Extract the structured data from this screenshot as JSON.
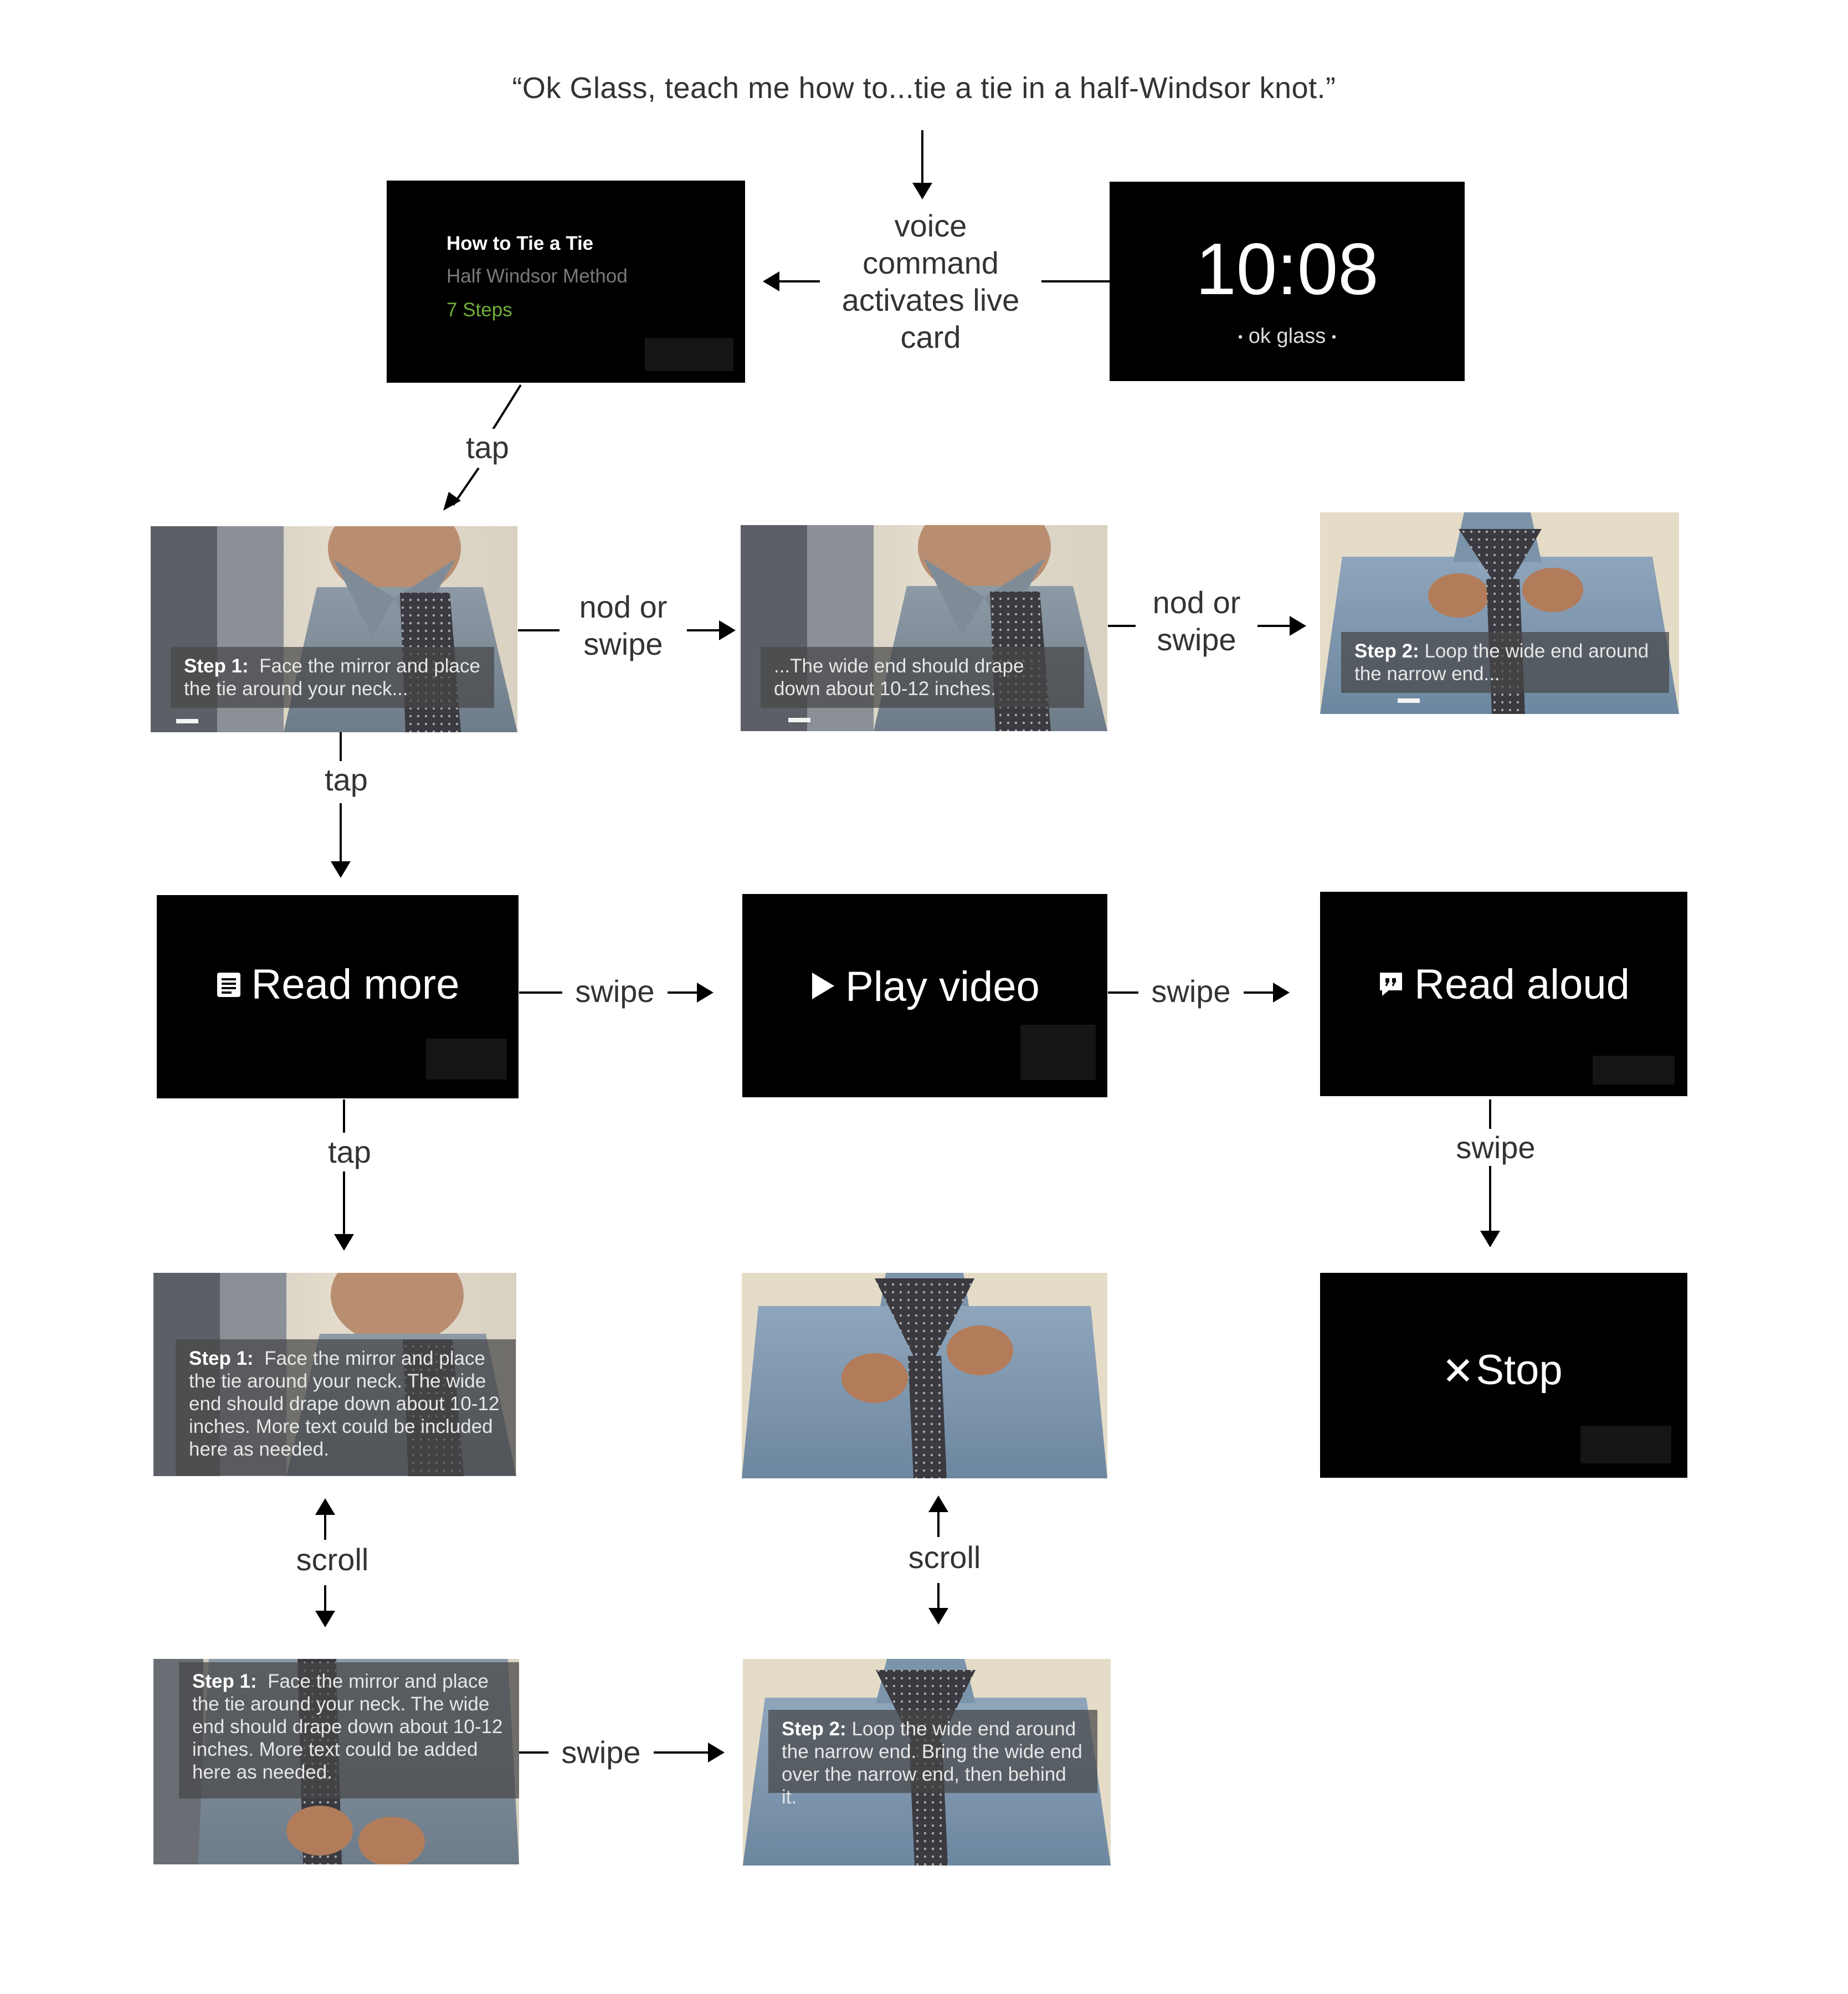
{
  "headline": "“Ok Glass, teach me how to...tie a tie in a half-Windsor knot.”",
  "glass_home": {
    "time": "10:08",
    "prompt": "ok glass"
  },
  "voice_label": "voice command activates live card",
  "live_card": {
    "title": "How to Tie a Tie",
    "subtitle": "Half Windsor Method",
    "steps": "7 Steps",
    "steps_color": "#6fae3a"
  },
  "gestures": {
    "tap": "tap",
    "nod_or_swipe": "nod or swipe",
    "swipe": "swipe",
    "scroll": "scroll"
  },
  "step_cards": {
    "s1_prefix": "Step 1:",
    "s1_short": "Face the mirror and place the tie around your neck...",
    "s1_cont": "...The wide end should drape down about 10-12 inches.",
    "s2_prefix": "Step 2:",
    "s2_short": "Loop the wide end around the narrow end...",
    "s1_long": "Face the mirror and place the tie around your neck. The wide end should drape down about 10-12 inches. More text could be included here as needed.",
    "s1_long_scrolled": "Face the mirror and place the tie around your neck. The wide end should drape down about 10-12 inches. More text could be added here as needed.",
    "s2_long": "Loop the wide end around the narrow end. Bring the wide end over the narrow end, then behind it."
  },
  "menu": {
    "read_more": "Read more",
    "play_video": "Play video",
    "read_aloud": "Read aloud",
    "stop": "Stop"
  },
  "icons": {
    "read_more": "document-icon",
    "play_video": "play-icon",
    "read_aloud": "quote-bubble-icon",
    "stop": "close-icon"
  }
}
